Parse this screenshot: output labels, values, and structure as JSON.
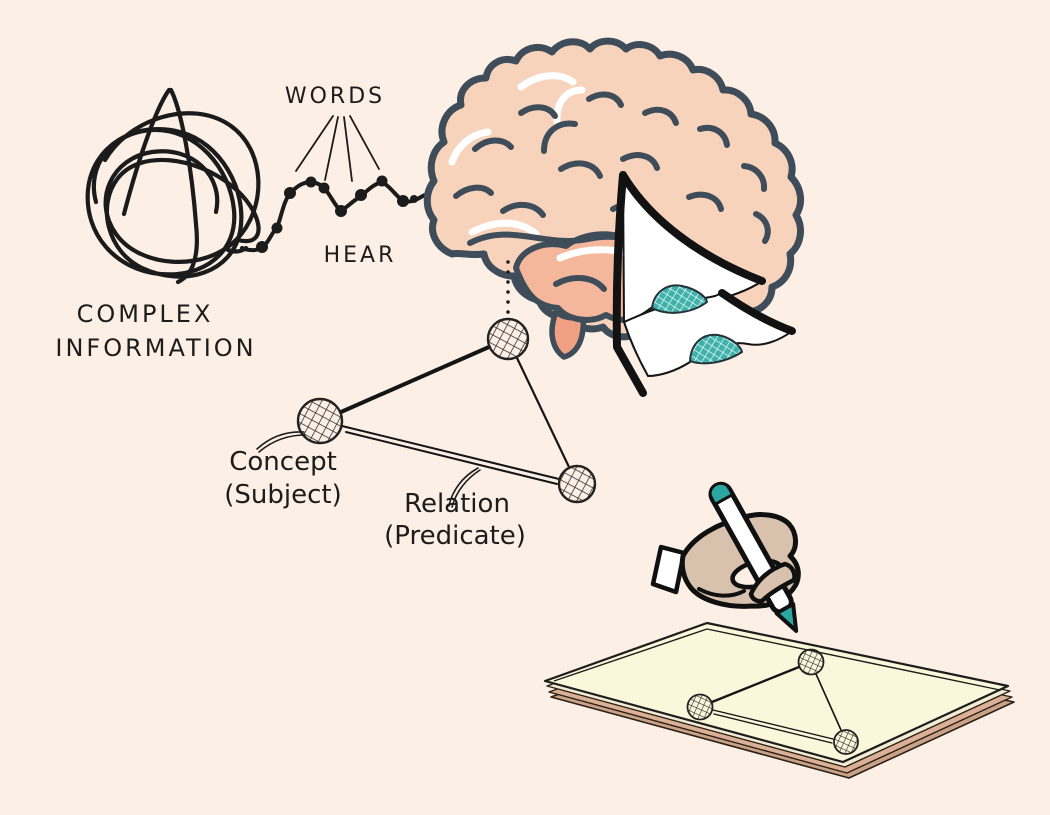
{
  "labels": {
    "words": "WORDS",
    "hear": "HEAR",
    "complex_info_line1": "COMPLEX",
    "complex_info_line2": "INFORMATION",
    "concept_line1": "Concept",
    "concept_line2": "(Subject)",
    "relation_line1": "Relation",
    "relation_line2": "(Predicate)"
  },
  "colors": {
    "background": "#fcefe6",
    "ink": "#1c1c1c",
    "brain_outline": "#3e4d59",
    "brain_fill": "#f8d3bc",
    "brain_shadow": "#f5b79b",
    "brain_stem": "#f1a083",
    "teal_accent": "#2aa7a0",
    "teal_hatch": "#3fb3ab",
    "hand_fill": "#d8c2ad",
    "paper_fill": "#fbf7da",
    "paper_edge": "#dcb096"
  }
}
